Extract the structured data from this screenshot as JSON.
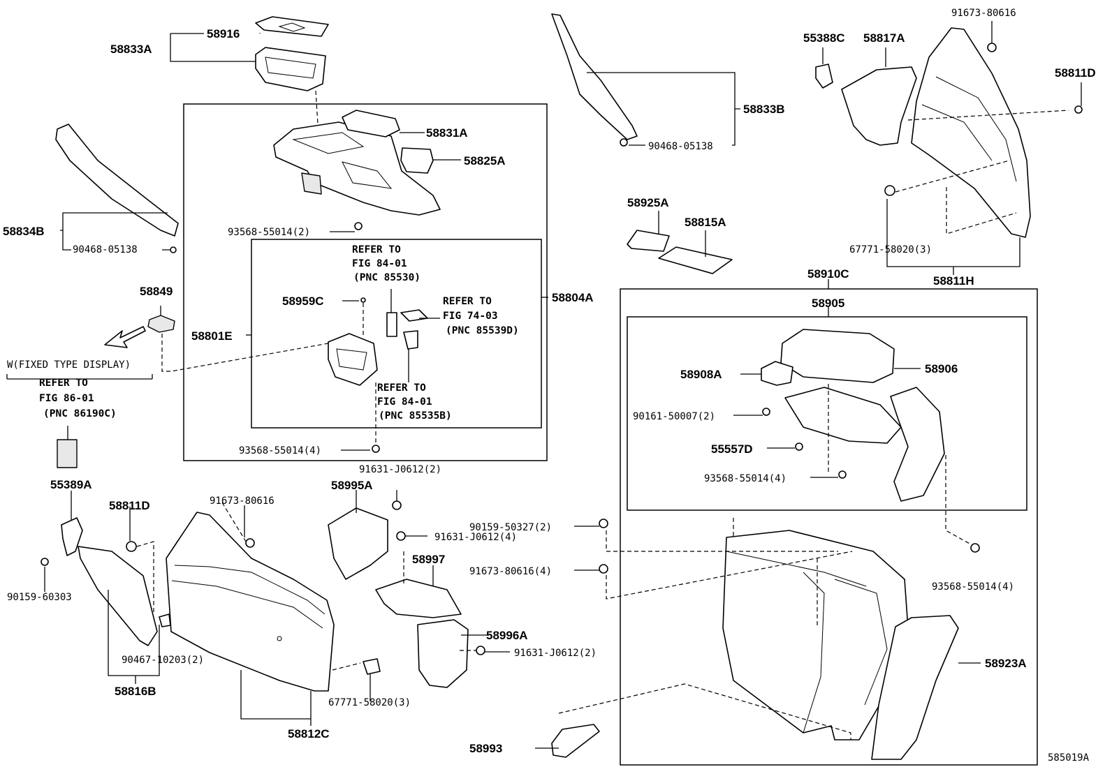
{
  "figure_id": "585019A",
  "labels": {
    "p58833A": "58833A",
    "p58916": "58916",
    "p58831A": "58831A",
    "p58825A": "58825A",
    "p58834B": "58834B",
    "p90468_05138_left": "90468-05138",
    "p93568_55014_2": "93568-55014(2)",
    "p58849": "58849",
    "p58959C": "58959C",
    "p58801E": "58801E",
    "p58804A": "58804A",
    "p93568_55014_4_mid": "93568-55014(4)",
    "p55389A": "55389A",
    "p58811D_left": "58811D",
    "p91673_80616_left": "91673-80616",
    "p90159_60303": "90159-60303",
    "p90467_10203": "90467-10203(2)",
    "p58816B": "58816B",
    "p58812C": "58812C",
    "p67771_58020_left": "67771-58020(3)",
    "p58995A": "58995A",
    "p91631_J0612_2_top": "91631-J0612(2)",
    "p91631_J0612_4": "91631-J0612(4)",
    "p58997": "58997",
    "p58996A": "58996A",
    "p91631_J0612_2_bot": "91631-J0612(2)",
    "p58993": "58993",
    "p90159_50327": "90159-50327(2)",
    "p91673_80616_4": "91673-80616(4)",
    "p58833B": "58833B",
    "p90468_05138_right": "90468-05138",
    "p58925A": "58925A",
    "p58815A": "58815A",
    "p58910C": "58910C",
    "p58905": "58905",
    "p58908A": "58908A",
    "p58906": "58906",
    "p90161_50007": "90161-50007(2)",
    "p55557D": "55557D",
    "p93568_55014_4_inner": "93568-55014(4)",
    "p93568_55014_4_right": "93568-55014(4)",
    "p58923A": "58923A",
    "p55388C": "55388C",
    "p58817A": "58817A",
    "p91673_80616_right": "91673-80616",
    "p58811D_right": "58811D",
    "p67771_58020_right": "67771-58020(3)",
    "p58811H": "58811H"
  },
  "notes": {
    "refer1": [
      "REFER TO",
      "FIG 84-01",
      "(PNC 85530)"
    ],
    "refer2": [
      "REFER TO",
      "FIG 74-03",
      "(PNC 85539D)"
    ],
    "refer3": [
      "REFER TO",
      "FIG 84-01",
      "(PNC 85535B)"
    ],
    "refer4": [
      "REFER TO",
      "FIG 86-01",
      "(PNC 86190C)"
    ],
    "fixed_display": "W(FIXED TYPE DISPLAY)"
  }
}
